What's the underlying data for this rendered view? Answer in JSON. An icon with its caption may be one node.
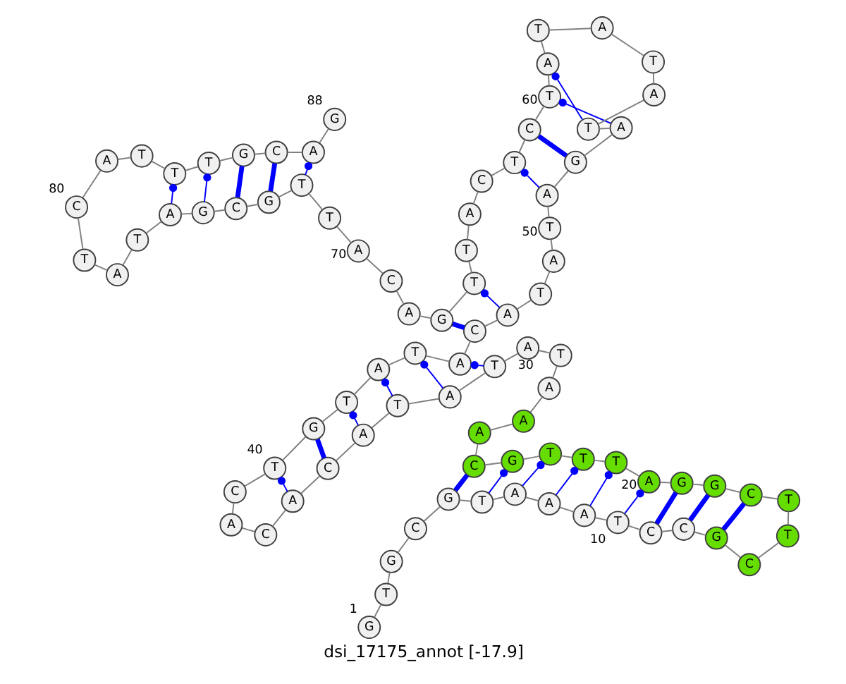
{
  "diagram": {
    "caption": "dsi_17175_annot [-17.9]",
    "nodes": [
      {
        "text": [
          "G"
        ],
        "beside": [
          "1"
        ]
      },
      {
        "text": [
          "T"
        ]
      },
      {
        "text": [
          "G"
        ]
      },
      {
        "text": [
          "C"
        ]
      },
      {
        "text": [
          "G"
        ]
      },
      {
        "text": [
          "T"
        ]
      },
      {
        "text": [
          "A"
        ]
      },
      {
        "text": [
          "A"
        ]
      },
      {
        "text": [
          "A"
        ]
      },
      {
        "text": [
          "T"
        ],
        "beside": [
          "10"
        ]
      },
      {
        "text": [
          "C"
        ]
      },
      {
        "text": [
          "C"
        ]
      },
      {
        "text": [
          "G"
        ]
      },
      {
        "text": [
          "C"
        ]
      },
      {
        "text": [
          "T"
        ]
      },
      {
        "text": [
          "T"
        ]
      },
      {
        "text": [
          "C"
        ]
      },
      {
        "text": [
          "G"
        ]
      },
      {
        "text": [
          "G"
        ]
      },
      {
        "text": [
          "A"
        ],
        "beside": [
          "20"
        ]
      },
      {
        "text": [
          "T"
        ]
      },
      {
        "text": [
          "T"
        ]
      },
      {
        "text": [
          "T"
        ]
      },
      {
        "text": [
          "G"
        ]
      },
      {
        "text": [
          "C"
        ]
      },
      {
        "text": [
          "A"
        ]
      },
      {
        "text": [
          "A"
        ]
      },
      {
        "text": [
          "A"
        ]
      },
      {
        "text": [
          "T"
        ]
      },
      {
        "text": [
          "A"
        ],
        "beside": [
          "30"
        ]
      },
      {
        "text": [
          "T"
        ]
      },
      {
        "text": [
          "A"
        ]
      },
      {
        "text": [
          "T"
        ]
      },
      {
        "text": [
          "A"
        ]
      },
      {
        "text": [
          "C"
        ]
      },
      {
        "text": [
          "A"
        ]
      },
      {
        "text": [
          "C"
        ]
      },
      {
        "text": [
          "A"
        ]
      },
      {
        "text": [
          "C"
        ]
      },
      {
        "text": [
          "T"
        ],
        "beside": [
          "40"
        ]
      },
      {
        "text": [
          "G"
        ]
      },
      {
        "text": [
          "T"
        ]
      },
      {
        "text": [
          "A"
        ]
      },
      {
        "text": [
          "T"
        ]
      },
      {
        "text": [
          "A"
        ]
      },
      {
        "text": [
          "C"
        ]
      },
      {
        "text": [
          "A"
        ]
      },
      {
        "text": [
          "T"
        ]
      },
      {
        "text": [
          "A"
        ]
      },
      {
        "text": [
          "T"
        ],
        "beside": [
          "50"
        ]
      },
      {
        "text": [
          "A"
        ]
      },
      {
        "text": [
          "G"
        ]
      },
      {
        "text": [
          "A"
        ]
      },
      {
        "text": [
          "T"
        ]
      },
      {
        "text": [
          "A"
        ]
      },
      {
        "text": [
          "T"
        ]
      },
      {
        "text": [
          "A"
        ]
      },
      {
        "text": [
          "T"
        ]
      },
      {
        "text": [
          "A"
        ]
      },
      {
        "text": [
          "T"
        ],
        "beside": [
          "60"
        ]
      },
      {
        "text": [
          "C"
        ]
      },
      {
        "text": [
          "T"
        ]
      },
      {
        "text": [
          "C"
        ]
      },
      {
        "text": [
          "A"
        ]
      },
      {
        "text": [
          "T"
        ]
      },
      {
        "text": [
          "T"
        ]
      },
      {
        "text": [
          "G"
        ]
      },
      {
        "text": [
          "A"
        ]
      },
      {
        "text": [
          "C"
        ]
      },
      {
        "text": [
          "A"
        ],
        "beside": [
          "70"
        ]
      },
      {
        "text": [
          "T"
        ]
      },
      {
        "text": [
          "T"
        ]
      },
      {
        "text": [
          "G"
        ]
      },
      {
        "text": [
          "C"
        ]
      },
      {
        "text": [
          "G"
        ]
      },
      {
        "text": [
          "A"
        ]
      },
      {
        "text": [
          "T"
        ]
      },
      {
        "text": [
          "A"
        ]
      },
      {
        "text": [
          "T"
        ]
      },
      {
        "text": [
          "C"
        ],
        "beside": [
          "80"
        ]
      },
      {
        "text": [
          "A"
        ]
      },
      {
        "text": [
          "T"
        ]
      },
      {
        "text": [
          "T"
        ]
      },
      {
        "text": [
          "T"
        ]
      },
      {
        "text": [
          "G"
        ]
      },
      {
        "text": [
          "C"
        ]
      },
      {
        "text": [
          "A"
        ]
      },
      {
        "text": [
          "G"
        ],
        "beside": [
          "88"
        ]
      }
    ],
    "edges": [
      {
        "from": 0,
        "to": 1,
        "arrow": "none"
      },
      {
        "from": 1,
        "to": 2,
        "arrow": "none"
      },
      {
        "from": 2,
        "to": 3,
        "arrow": "none"
      },
      {
        "from": 3,
        "to": 4,
        "arrow": "none"
      },
      {
        "from": 4,
        "to": 5,
        "arrow": "none"
      },
      {
        "from": 5,
        "to": 6,
        "arrow": "none"
      },
      {
        "from": 6,
        "to": 7,
        "arrow": "none"
      },
      {
        "from": 7,
        "to": 8,
        "arrow": "none"
      },
      {
        "from": 8,
        "to": 9,
        "arrow": "none"
      },
      {
        "from": 9,
        "to": 10,
        "arrow": "none"
      },
      {
        "from": 10,
        "to": 11,
        "arrow": "none"
      },
      {
        "from": 11,
        "to": 12,
        "arrow": "none"
      },
      {
        "from": 12,
        "to": 13,
        "arrow": "none"
      },
      {
        "from": 13,
        "to": 14,
        "arrow": "none"
      },
      {
        "from": 14,
        "to": 15,
        "arrow": "none"
      },
      {
        "from": 15,
        "to": 16,
        "arrow": "none"
      },
      {
        "from": 16,
        "to": 17,
        "arrow": "none"
      },
      {
        "from": 17,
        "to": 18,
        "arrow": "none"
      },
      {
        "from": 18,
        "to": 19,
        "arrow": "none"
      },
      {
        "from": 19,
        "to": 20,
        "arrow": "none"
      },
      {
        "from": 20,
        "to": 21,
        "arrow": "none"
      },
      {
        "from": 21,
        "to": 22,
        "arrow": "none"
      },
      {
        "from": 22,
        "to": 23,
        "arrow": "none"
      },
      {
        "from": 23,
        "to": 24,
        "arrow": "none"
      },
      {
        "from": 24,
        "to": 25,
        "arrow": "none"
      },
      {
        "from": 25,
        "to": 26,
        "arrow": "none"
      },
      {
        "from": 26,
        "to": 27,
        "arrow": "none"
      },
      {
        "from": 27,
        "to": 28,
        "arrow": "none"
      },
      {
        "from": 28,
        "to": 29,
        "arrow": "none"
      },
      {
        "from": 29,
        "to": 30,
        "arrow": "none"
      },
      {
        "from": 30,
        "to": 31,
        "arrow": "none"
      },
      {
        "from": 31,
        "to": 32,
        "arrow": "none"
      },
      {
        "from": 32,
        "to": 33,
        "arrow": "none"
      },
      {
        "from": 33,
        "to": 34,
        "arrow": "none"
      },
      {
        "from": 34,
        "to": 35,
        "arrow": "none"
      },
      {
        "from": 35,
        "to": 36,
        "arrow": "none"
      },
      {
        "from": 36,
        "to": 37,
        "arrow": "none"
      },
      {
        "from": 37,
        "to": 38,
        "arrow": "none"
      },
      {
        "from": 38,
        "to": 39,
        "arrow": "none"
      },
      {
        "from": 39,
        "to": 40,
        "arrow": "none"
      },
      {
        "from": 40,
        "to": 41,
        "arrow": "none"
      },
      {
        "from": 41,
        "to": 42,
        "arrow": "none"
      },
      {
        "from": 42,
        "to": 43,
        "arrow": "none"
      },
      {
        "from": 43,
        "to": 44,
        "arrow": "none"
      },
      {
        "from": 44,
        "to": 45,
        "arrow": "none"
      },
      {
        "from": 45,
        "to": 46,
        "arrow": "none"
      },
      {
        "from": 46,
        "to": 47,
        "arrow": "none"
      },
      {
        "from": 47,
        "to": 48,
        "arrow": "none"
      },
      {
        "from": 48,
        "to": 49,
        "arrow": "none"
      },
      {
        "from": 49,
        "to": 50,
        "arrow": "none"
      },
      {
        "from": 50,
        "to": 51,
        "arrow": "none"
      },
      {
        "from": 51,
        "to": 52,
        "arrow": "none"
      },
      {
        "from": 52,
        "to": 53,
        "arrow": "none"
      },
      {
        "from": 53,
        "to": 54,
        "arrow": "none"
      },
      {
        "from": 54,
        "to": 55,
        "arrow": "none"
      },
      {
        "from": 55,
        "to": 56,
        "arrow": "none"
      },
      {
        "from": 56,
        "to": 57,
        "arrow": "none"
      },
      {
        "from": 57,
        "to": 58,
        "arrow": "none"
      },
      {
        "from": 58,
        "to": 59,
        "arrow": "none"
      },
      {
        "from": 59,
        "to": 60,
        "arrow": "none"
      },
      {
        "from": 60,
        "to": 61,
        "arrow": "none"
      },
      {
        "from": 61,
        "to": 62,
        "arrow": "none"
      },
      {
        "from": 62,
        "to": 63,
        "arrow": "none"
      },
      {
        "from": 63,
        "to": 64,
        "arrow": "none"
      },
      {
        "from": 64,
        "to": 65,
        "arrow": "none"
      },
      {
        "from": 65,
        "to": 66,
        "arrow": "none"
      },
      {
        "from": 66,
        "to": 67,
        "arrow": "none"
      },
      {
        "from": 67,
        "to": 68,
        "arrow": "none"
      },
      {
        "from": 68,
        "to": 69,
        "arrow": "none"
      },
      {
        "from": 69,
        "to": 70,
        "arrow": "none"
      },
      {
        "from": 70,
        "to": 71,
        "arrow": "none"
      },
      {
        "from": 71,
        "to": 72,
        "arrow": "none"
      },
      {
        "from": 72,
        "to": 73,
        "arrow": "none"
      },
      {
        "from": 73,
        "to": 74,
        "arrow": "none"
      },
      {
        "from": 74,
        "to": 75,
        "arrow": "none"
      },
      {
        "from": 75,
        "to": 76,
        "arrow": "none"
      },
      {
        "from": 76,
        "to": 77,
        "arrow": "none"
      },
      {
        "from": 77,
        "to": 78,
        "arrow": "none"
      },
      {
        "from": 78,
        "to": 79,
        "arrow": "none"
      },
      {
        "from": 79,
        "to": 80,
        "arrow": "none"
      },
      {
        "from": 80,
        "to": 81,
        "arrow": "none"
      },
      {
        "from": 81,
        "to": 82,
        "arrow": "none"
      },
      {
        "from": 82,
        "to": 83,
        "arrow": "none"
      },
      {
        "from": 83,
        "to": 84,
        "arrow": "none"
      },
      {
        "from": 84,
        "to": 85,
        "arrow": "none"
      },
      {
        "from": 85,
        "to": 86,
        "arrow": "none"
      },
      {
        "from": 86,
        "to": 87,
        "arrow": "none"
      },
      {
        "from": 4,
        "to": 24,
        "arrow": "none",
        "style": "thick",
        "color": "#0000ff"
      },
      {
        "from": 5,
        "to": 23,
        "arrow": "other",
        "color": "#0000ff"
      },
      {
        "from": 6,
        "to": 22,
        "arrow": "other",
        "color": "#0000ff"
      },
      {
        "from": 7,
        "to": 21,
        "arrow": "other",
        "color": "#0000ff"
      },
      {
        "from": 8,
        "to": 20,
        "arrow": "other",
        "color": "#0000ff"
      },
      {
        "from": 9,
        "to": 19,
        "arrow": "other",
        "color": "#0000ff"
      },
      {
        "from": 10,
        "to": 18,
        "arrow": "none",
        "style": "thick",
        "color": "#0000ff"
      },
      {
        "from": 11,
        "to": 17,
        "arrow": "none",
        "style": "thick",
        "color": "#0000ff"
      },
      {
        "from": 12,
        "to": 16,
        "arrow": "none",
        "style": "thick",
        "color": "#0000ff"
      },
      {
        "from": 30,
        "to": 44,
        "arrow": "other",
        "color": "#0000ff"
      },
      {
        "from": 31,
        "to": 43,
        "arrow": "other",
        "color": "#0000ff"
      },
      {
        "from": 32,
        "to": 42,
        "arrow": "other",
        "color": "#0000ff"
      },
      {
        "from": 33,
        "to": 41,
        "arrow": "other",
        "color": "#0000ff"
      },
      {
        "from": 34,
        "to": 40,
        "arrow": "none",
        "style": "thick",
        "color": "#0000ff"
      },
      {
        "from": 35,
        "to": 39,
        "arrow": "other",
        "color": "#0000ff"
      },
      {
        "from": 45,
        "to": 66,
        "arrow": "none",
        "style": "thick",
        "color": "#0000ff"
      },
      {
        "from": 46,
        "to": 65,
        "arrow": "other",
        "color": "#0000ff"
      },
      {
        "from": 50,
        "to": 61,
        "arrow": "other",
        "color": "#0000ff"
      },
      {
        "from": 51,
        "to": 60,
        "arrow": "none",
        "style": "thick",
        "color": "#0000ff"
      },
      {
        "from": 52,
        "to": 59,
        "arrow": "other",
        "color": "#0000ff"
      },
      {
        "from": 53,
        "to": 58,
        "arrow": "other",
        "color": "#0000ff"
      },
      {
        "from": 71,
        "to": 86,
        "arrow": "other",
        "color": "#0000ff"
      },
      {
        "from": 72,
        "to": 85,
        "arrow": "none",
        "style": "thick",
        "color": "#0000ff"
      },
      {
        "from": 73,
        "to": 84,
        "arrow": "none",
        "style": "thick",
        "color": "#0000ff"
      },
      {
        "from": 74,
        "to": 83,
        "arrow": "other",
        "color": "#0000ff"
      },
      {
        "from": 75,
        "to": 82,
        "arrow": "other",
        "color": "#0000ff"
      }
    ]
  }
}
